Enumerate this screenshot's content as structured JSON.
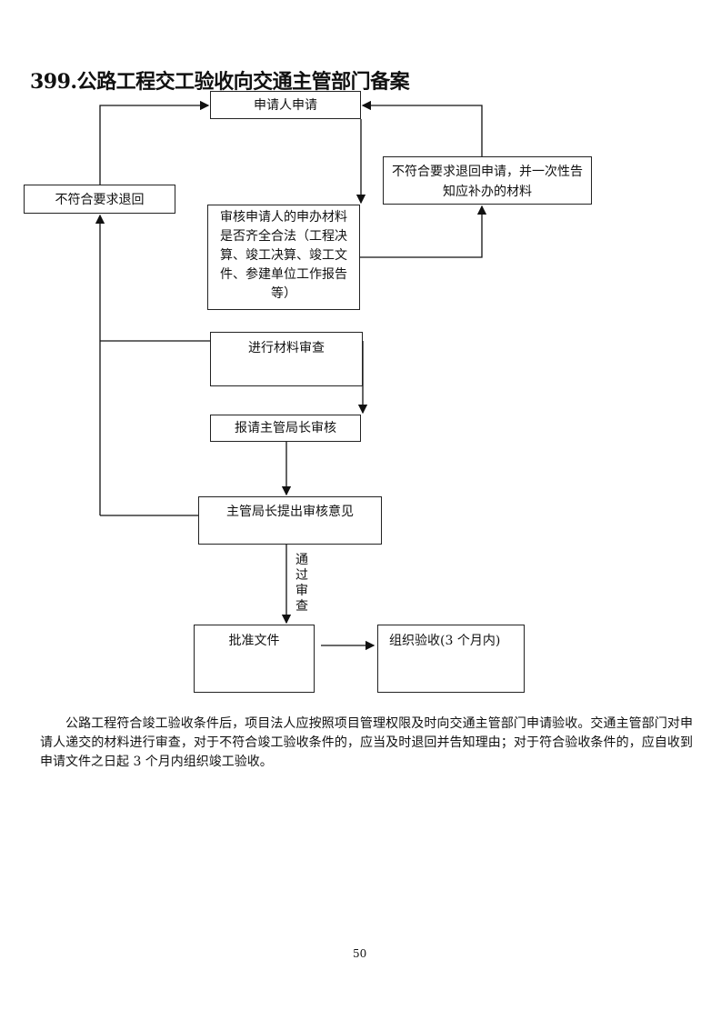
{
  "title": "399.公路工程交工验收向交通主管部门备案",
  "flow": {
    "apply": "申请人申请",
    "reject_left": "不符合要求退回",
    "reject_right": "不符合要求退回申请，并一次性告知应补办的材料",
    "review": "审核申请人的申办材料是否齐全合法（工程决算、竣工决算、竣工文件、参建单位工作报告等）",
    "material_check": "进行材料审查",
    "report": "报请主管局长审核",
    "opinion": "主管局长提出审核意见",
    "pass_label": "通过审查",
    "approve": "批准文件",
    "organize": "组织验收(3 个月内)"
  },
  "paragraph": "公路工程符合竣工验收条件后，项目法人应按照项目管理权限及时向交通主管部门申请验收。交通主管部门对申请人递交的材料进行审查，对于不符合竣工验收条件的，应当及时退回并告知理由；对于符合验收条件的，应自收到申请文件之日起 3 个月内组织竣工验收。",
  "page_number": "50"
}
